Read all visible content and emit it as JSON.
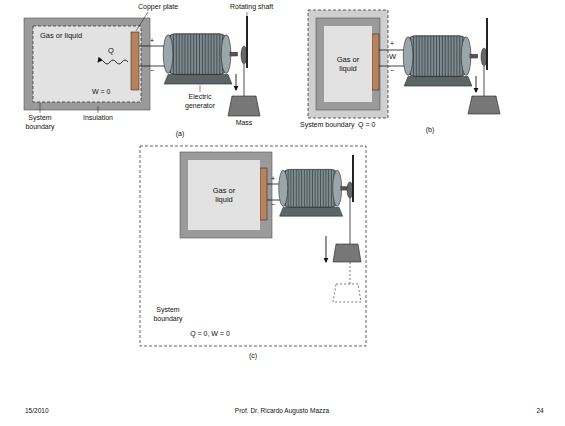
{
  "diagram": {
    "nodes": [
      {
        "text": [
          "Gas or liquid"
        ]
      },
      {
        "text": [
          "Gas or liquid"
        ]
      },
      {
        "text": [
          "Gas or liquid"
        ]
      }
    ],
    "labels": [
      "Copper plate",
      "Rotating shaft",
      "Q",
      "W = 0",
      "+",
      "−",
      "Electric generator",
      "System boundary",
      "Insulation",
      "Mass",
      "(a)",
      "+",
      "W",
      "−",
      "System boundary",
      "Q = 0",
      "(b)",
      "+",
      "−",
      "System boundary",
      "Q = 0, W = 0",
      "(c)",
      "15/2010",
      "Prof. Dr. Ricardo Augusto Mazza",
      "24"
    ]
  }
}
